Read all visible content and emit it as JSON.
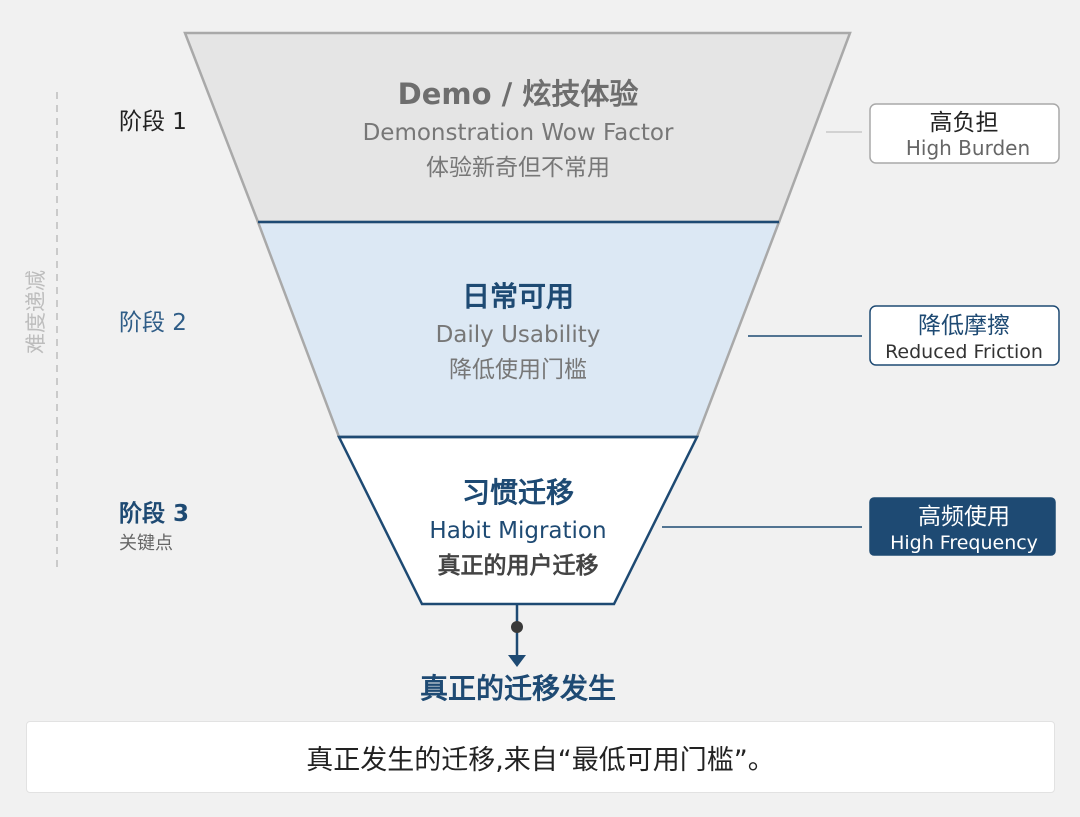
{
  "colors": {
    "background": "#f1f1f1",
    "stage1_fill": "#e5e5e5",
    "stage2_fill": "#dce8f4",
    "stage3_fill": "#ffffff",
    "navy": "#1e4a73",
    "gray_border": "#a9a9a9",
    "gray_text": "#777777"
  },
  "axis": {
    "label": "难度递减"
  },
  "stages": [
    {
      "label": "阶段 1",
      "sublabel": "",
      "title": "Demo / 炫技体验",
      "subtitle": "Demonstration Wow Factor",
      "desc": "体验新奇但不常用",
      "tag": {
        "zh": "高负担",
        "en": "High Burden"
      }
    },
    {
      "label": "阶段 2",
      "sublabel": "",
      "title": "日常可用",
      "subtitle": "Daily Usability",
      "desc": "降低使用门槛",
      "tag": {
        "zh": "降低摩擦",
        "en": "Reduced Friction"
      }
    },
    {
      "label": "阶段 3",
      "sublabel": "关键点",
      "title": "习惯迁移",
      "subtitle": "Habit Migration",
      "desc": "真正的用户迁移",
      "tag": {
        "zh": "高频使用",
        "en": "High Frequency"
      }
    }
  ],
  "outcome": "真正的迁移发生",
  "footer": "真正发生的迁移,来自“最低可用门槛”。"
}
